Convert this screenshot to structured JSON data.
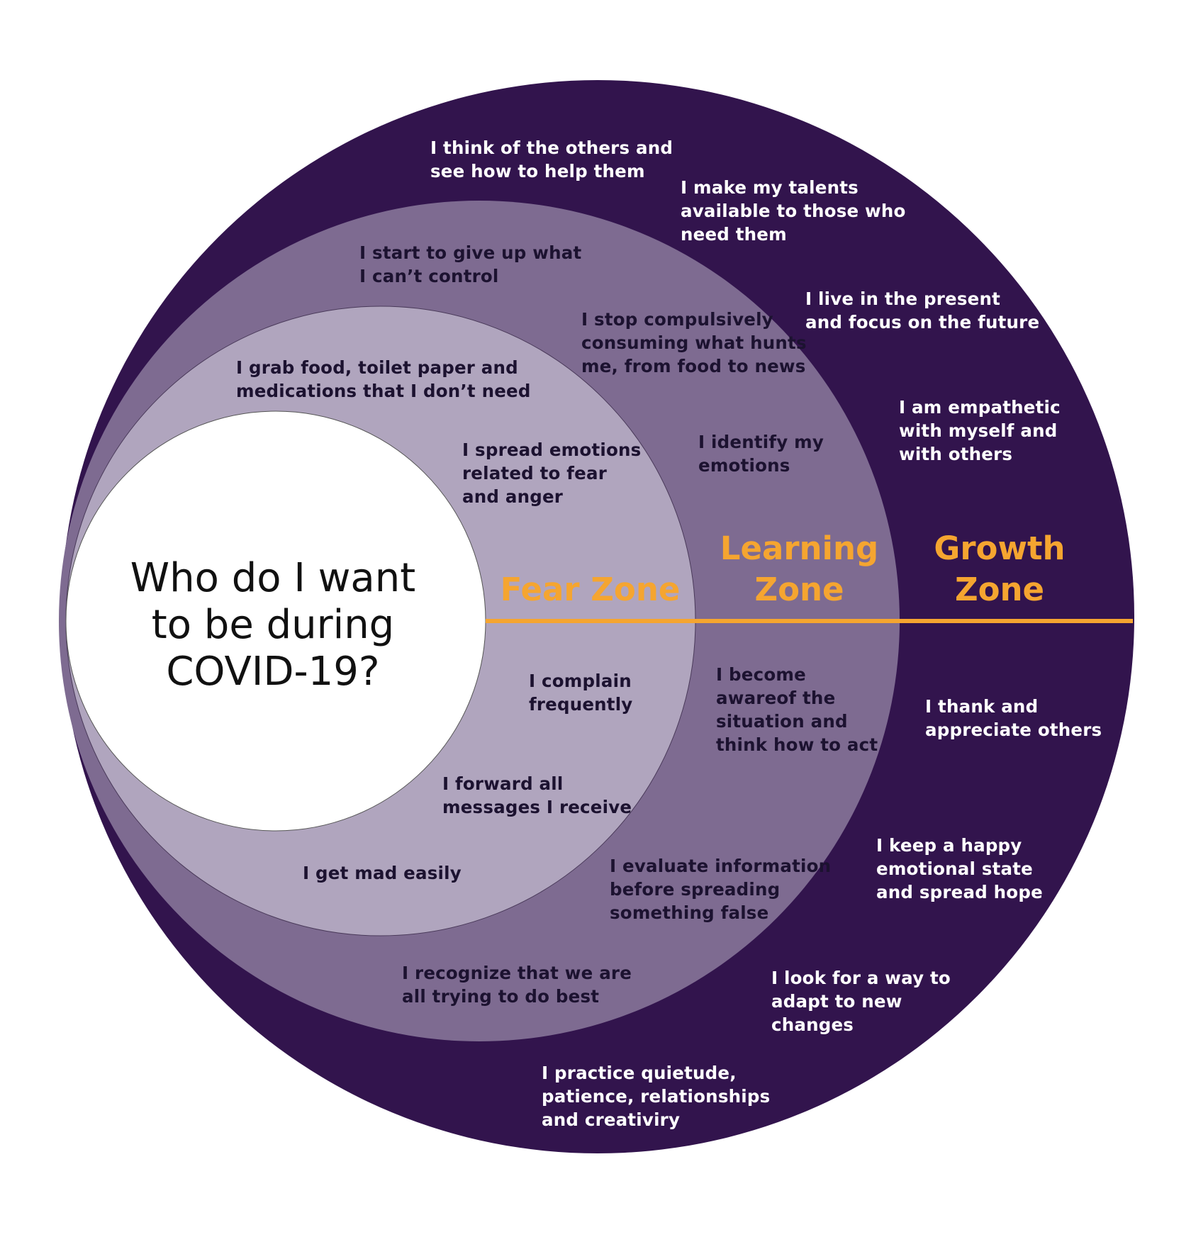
{
  "colors": {
    "growth": "#32144d",
    "learning": "#7e6b91",
    "fear": "#b0a5be",
    "center": "#ffffff",
    "accent": "#f5a530",
    "divider_stroke": "#555555"
  },
  "center_question": "Who do I want\nto be during\nCOVID-19?",
  "zones": {
    "fear": {
      "label": "Fear Zone"
    },
    "learning": {
      "label": "Learning\nZone"
    },
    "growth": {
      "label": "Growth\nZone"
    }
  },
  "statements": {
    "growth": [
      "I think of the others and\nsee how to help them",
      "I make my talents\navailable to those who\nneed them",
      "I live in the present\nand focus on the future",
      "I am empathetic\nwith myself and\nwith others",
      "I thank and\nappreciate others",
      "I keep a happy\nemotional state\nand spread hope",
      "I look for a way to\nadapt to new\nchanges",
      "I practice quietude,\npatience, relationships\nand creativiry"
    ],
    "learning": [
      "I start to give up what\nI can’t control",
      "I stop compulsively\nconsuming what hunts\nme, from food to news",
      "I identify my\nemotions",
      "I become\nawareof the\nsituation and\nthink how to act",
      "I evaluate information\nbefore spreading\nsomething false",
      "I recognize that we are\nall trying to do best"
    ],
    "fear": [
      "I grab food, toilet paper and\nmedications that I don’t need",
      "I spread emotions\nrelated to fear\nand anger",
      "I complain\nfrequently",
      "I forward all\nmessages I receive",
      "I get mad easily"
    ]
  }
}
